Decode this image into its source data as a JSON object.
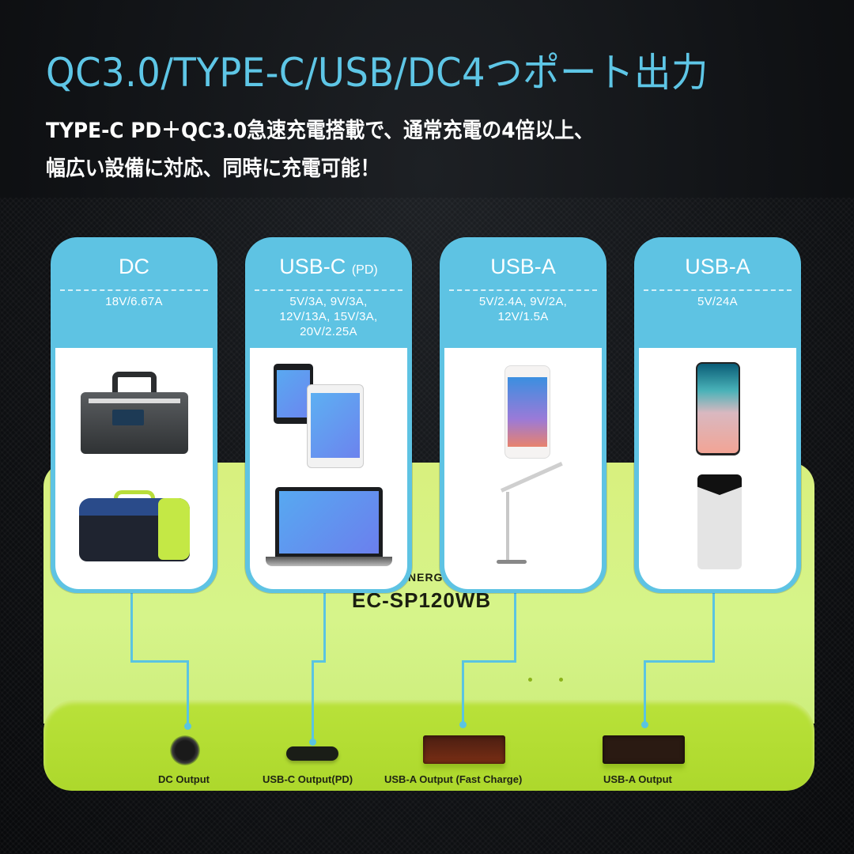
{
  "header": {
    "title": "QC3.0/TYPE-C/USB/DC4つポート出力",
    "subtitle_line1": "TYPE-C PD＋QC3.0急速充電搭載で、通常充電の4倍以上、",
    "subtitle_line2": "幅広い設備に対応、同時に充電可能！"
  },
  "colors": {
    "accent_blue": "#5ec3e3",
    "device_green": "#c8ec6a",
    "background": "#0e0f12"
  },
  "cards": [
    {
      "title": "DC",
      "title_suffix": "",
      "spec": "18V/6.67A",
      "devices": [
        "portable-power-station-gray",
        "portable-power-station-green"
      ]
    },
    {
      "title": "USB-C",
      "title_suffix": "(PD)",
      "spec": "5V/3A, 9V/3A,\n12V/13A, 15V/3A,\n20V/2.25A",
      "devices": [
        "tablets",
        "laptop"
      ]
    },
    {
      "title": "USB-A",
      "title_suffix": "",
      "spec": "5V/2.4A, 9V/2A,\n12V/1.5A",
      "devices": [
        "smartphone",
        "desk-lamp"
      ]
    },
    {
      "title": "USB-A",
      "title_suffix": "",
      "spec": "5V/24A",
      "devices": [
        "smartphone",
        "power-bank"
      ]
    }
  ],
  "product": {
    "brand_partial": "NERG",
    "model": "EC-SP120WB"
  },
  "ports": [
    {
      "label": "DC Output",
      "type": "dc"
    },
    {
      "label": "USB-C Output(PD)",
      "type": "usb-c"
    },
    {
      "label": "USB-A Output (Fast Charge)",
      "type": "usb-a-fast"
    },
    {
      "label": "USB-A Output",
      "type": "usb-a"
    }
  ]
}
